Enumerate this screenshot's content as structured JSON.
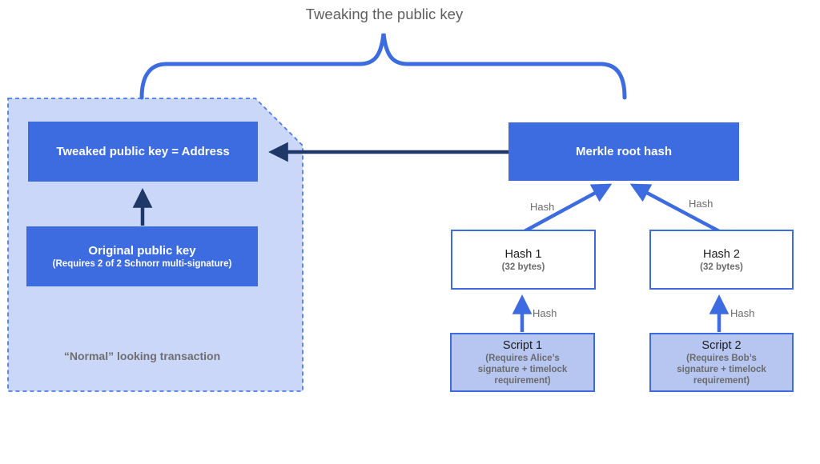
{
  "title": "Tweaking the public key",
  "colors": {
    "accent_blue": "#3d6ce0",
    "navy": "#1e3868",
    "container_fill": "#cbd7f8",
    "script_fill": "#b7c6f1",
    "box_blue": "#3d6ce0",
    "gray_text": "#6b6b6b",
    "title_gray": "#5f5f5f"
  },
  "transaction_group": {
    "tweaked_box_label": "Tweaked public key = Address",
    "original_box_title": "Original public key",
    "original_box_subtitle": "(Requires 2 of 2 Schnorr multi-signature)",
    "caption": "“Normal” looking transaction"
  },
  "merkle_box_label": "Merkle root hash",
  "hash_nodes": [
    {
      "title": "Hash 1",
      "subtitle": "(32 bytes)"
    },
    {
      "title": "Hash 2",
      "subtitle": "(32 bytes)"
    }
  ],
  "script_nodes": [
    {
      "title": "Script 1",
      "subtitle": "(Requires Alice’s signature + timelock requirement)"
    },
    {
      "title": "Script 2",
      "subtitle": "(Requires Bob’s signature + timelock requirement)"
    }
  ],
  "edge_labels": {
    "merkle_left": "Hash",
    "merkle_right": "Hash",
    "script1": "Hash",
    "script2": "Hash"
  }
}
